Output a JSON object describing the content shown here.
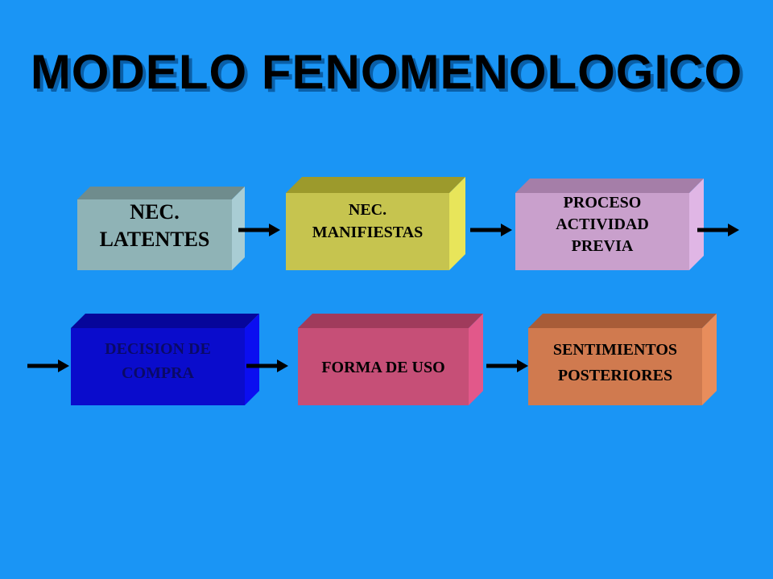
{
  "title": "MODELO FENOMENOLOGICO",
  "boxes": [
    {
      "id": "nec-latentes",
      "lines": [
        "NEC.",
        "LATENTES"
      ],
      "front": "#8fb3b6",
      "top": "#6f8c8d",
      "side": "#a9cdd4",
      "text": "#000000"
    },
    {
      "id": "nec-manifiestas",
      "lines": [
        "NEC.",
        "MANIFIESTAS"
      ],
      "front": "#c6c44f",
      "top": "#9c9a2c",
      "side": "#e8e55a",
      "text": "#000000"
    },
    {
      "id": "proceso-actividad-previa",
      "lines": [
        "PROCESO",
        "ACTIVIDAD",
        "PREVIA"
      ],
      "front": "#c9a0cc",
      "top": "#a57ea8",
      "side": "#e0b6e5",
      "text": "#000000"
    },
    {
      "id": "decision-de-compra",
      "lines": [
        "DECISION DE",
        "COMPRA"
      ],
      "front": "#0a0ccc",
      "top": "#06069a",
      "side": "#0b0ef0",
      "text": "#0a0a66"
    },
    {
      "id": "forma-de-uso",
      "lines": [
        "FORMA DE USO"
      ],
      "front": "#c64f77",
      "top": "#a03b5c",
      "side": "#e2588a",
      "text": "#000000"
    },
    {
      "id": "sentimientos-posteriores",
      "lines": [
        "SENTIMIENTOS",
        "POSTERIORES"
      ],
      "front": "#d07a4f",
      "top": "#a85c38",
      "side": "#e88d5c",
      "text": "#000000"
    }
  ],
  "arrow_color": "#000000"
}
